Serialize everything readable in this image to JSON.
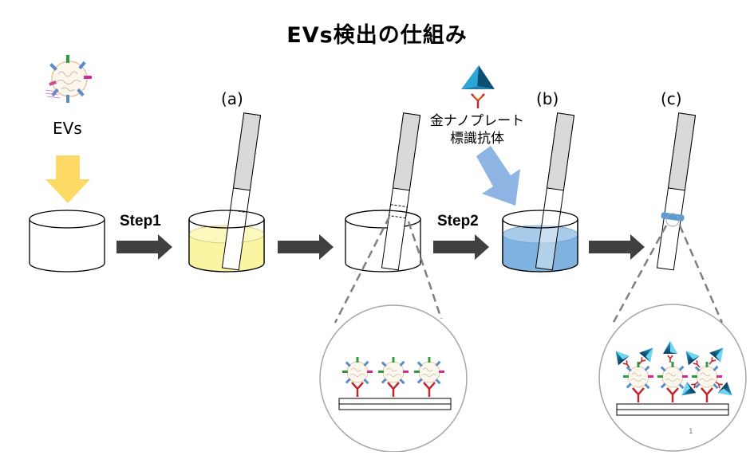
{
  "title": "EVs検出の仕組み",
  "labels": {
    "evs": "EVs",
    "step1": "Step1",
    "step2": "Step2",
    "a": "(a)",
    "b": "(b)",
    "c": "(c)",
    "antibody_line1": "金ナノプレート",
    "antibody_line2": "標識抗体",
    "page": "1"
  },
  "colors": {
    "arrow_dark": "#404040",
    "arrow_yellow": "#FFD966",
    "arrow_blue": "#8DB4E2",
    "sample_yellow": "#FAF5A3",
    "sample_blue": "#7FB2DE",
    "antibody_red": "#C0282D",
    "nanoplate": "#1E88B4",
    "stripe_band": "#5B9BD5"
  }
}
